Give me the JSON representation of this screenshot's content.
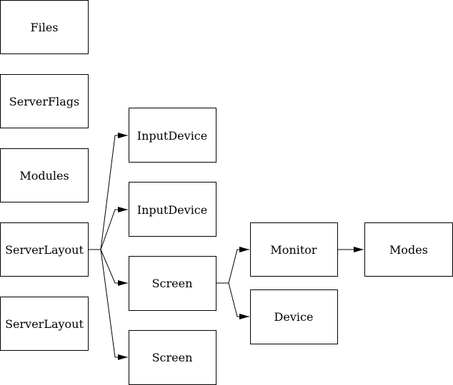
{
  "diagram": {
    "nodes": [
      {
        "id": "files",
        "label": "Files"
      },
      {
        "id": "serverflags",
        "label": "ServerFlags"
      },
      {
        "id": "modules",
        "label": "Modules"
      },
      {
        "id": "serverlayout1",
        "label": "ServerLayout"
      },
      {
        "id": "serverlayout2",
        "label": "ServerLayout"
      },
      {
        "id": "inputdevice1",
        "label": "InputDevice"
      },
      {
        "id": "inputdevice2",
        "label": "InputDevice"
      },
      {
        "id": "screen1",
        "label": "Screen"
      },
      {
        "id": "screen2",
        "label": "Screen"
      },
      {
        "id": "monitor",
        "label": "Monitor"
      },
      {
        "id": "device",
        "label": "Device"
      },
      {
        "id": "modes",
        "label": "Modes"
      }
    ],
    "edges": [
      {
        "from": "serverlayout1",
        "to": "inputdevice1"
      },
      {
        "from": "serverlayout1",
        "to": "inputdevice2"
      },
      {
        "from": "serverlayout1",
        "to": "screen1"
      },
      {
        "from": "serverlayout1",
        "to": "screen2"
      },
      {
        "from": "screen1",
        "to": "monitor"
      },
      {
        "from": "screen1",
        "to": "device"
      },
      {
        "from": "monitor",
        "to": "modes"
      }
    ]
  }
}
